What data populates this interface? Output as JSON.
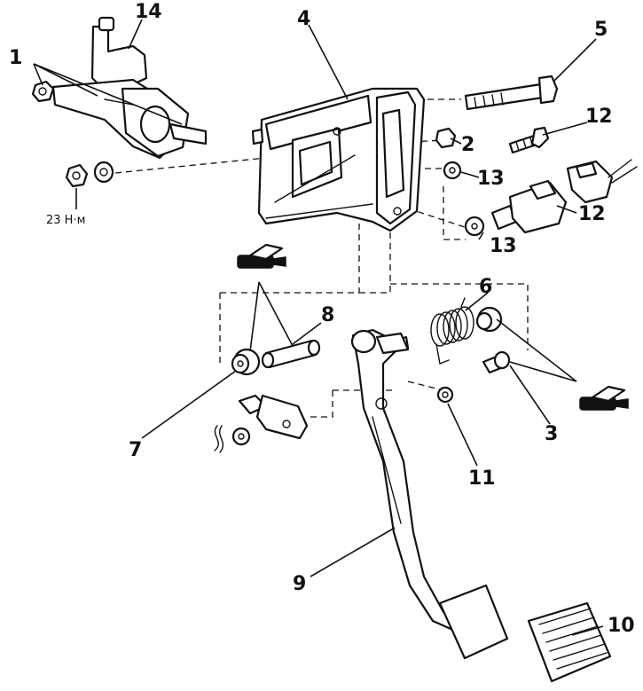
{
  "callouts": {
    "c1": "1",
    "c2": "2",
    "c3": "3",
    "c4": "4",
    "c5": "5",
    "c6": "6",
    "c7": "7",
    "c8": "8",
    "c9": "9",
    "c10": "10",
    "c11": "11",
    "c12a": "12",
    "c12b": "12",
    "c13a": "13",
    "c13b": "13",
    "c14": "14"
  },
  "torque_note": "23 Н·м",
  "icons": {
    "grease": "grease-gun-icon"
  }
}
